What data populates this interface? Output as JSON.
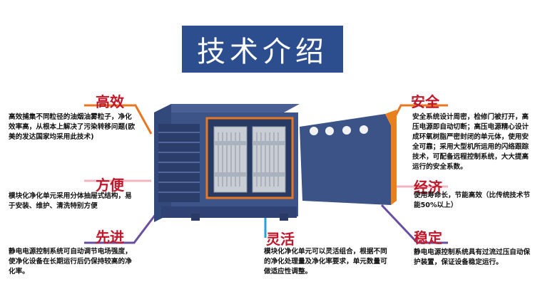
{
  "header": {
    "title": "技术介绍"
  },
  "features": {
    "efficient": {
      "label": "高效",
      "text": "高效捕集不同粒径的油烟油雾粒子，净化效率高，从根本上解决了污染转移问题(欧美的发达国家均采用此技术)"
    },
    "convenient": {
      "label": "方便",
      "text": "模块化净化单元采用分体抽屉式结构，易于安装、维护、清洗特别方便"
    },
    "advanced": {
      "label": "先进",
      "text": "静电电源控制系统可自动调节电场强度，使净化设备在长期运行后仍保持较高的净化率。"
    },
    "flexible": {
      "label": "灵活",
      "text": "模块化净化单元可以灵活组合，根据不同的净化处理量及净化率要求，单元数量可做适应性调整。"
    },
    "safety": {
      "label": "安全",
      "text": "安全系统设计周密，检修门被打开，高压电源即自动切断；高压电源精心设计成环氧树脂严密封闭的单元体，使用安全可靠；采用大型机所运用的闪络跟踪技术，可配备远程控制系统，大大提高运行的安全系数。"
    },
    "economy": {
      "label": "经济",
      "text": "使用寿命长，节能高效（比传统技术节能50%以上）"
    },
    "stable": {
      "label": "稳定",
      "text": "静电电源控制系统具有过流过压自动保护装置，保证设备稳定运行。"
    }
  },
  "colors": {
    "title_bg": "#2d4e8e",
    "efficient": "#e87722",
    "convenient": "#f3b6c0",
    "advanced": "#6a4fa0",
    "flexible": "#2aa0d8",
    "safety": "#e87722",
    "economy": "#f3b6c0",
    "stable": "#6a4fa0"
  }
}
